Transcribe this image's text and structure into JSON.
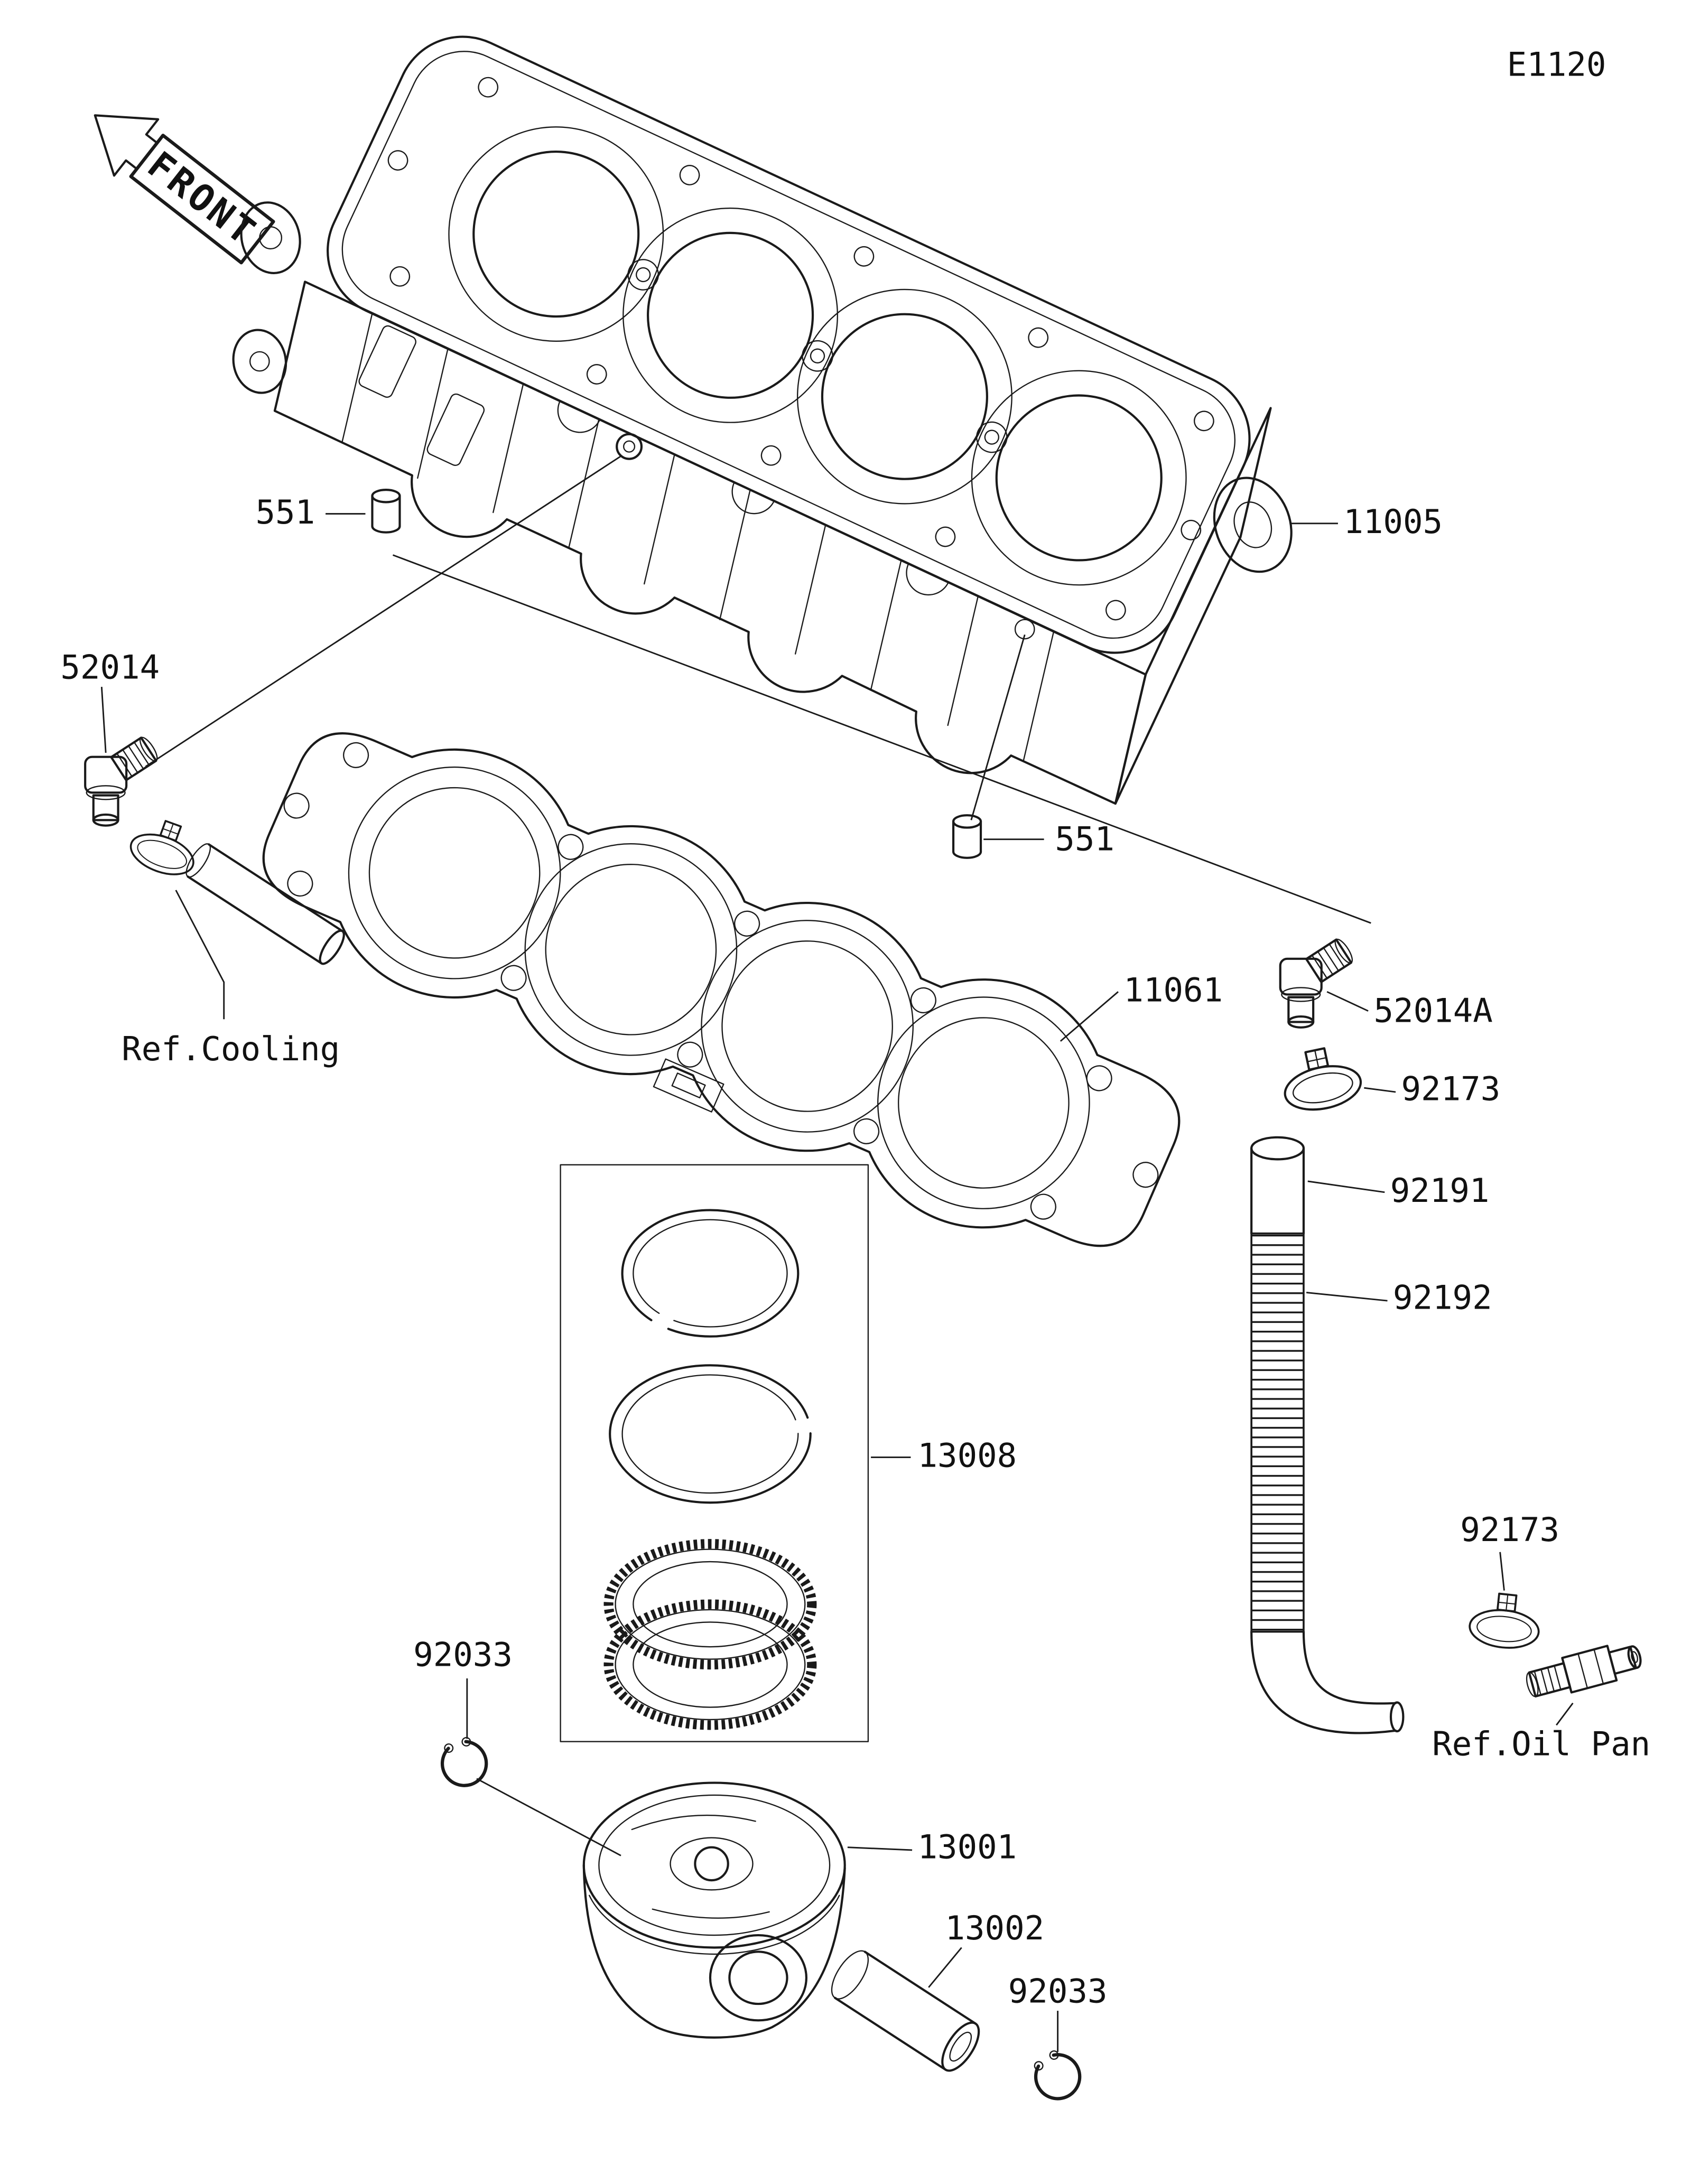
{
  "page": {
    "code": "E1120",
    "front_label": "FRONT",
    "ref_cooling": "Ref.Cooling",
    "ref_oil_pan": "Ref.Oil Pan"
  },
  "parts": {
    "cylinder": "11005",
    "gasket": "11061",
    "dowel_top": "551",
    "dowel_mid": "551",
    "fitting_left": "52014",
    "fitting_right": "52014A",
    "clamp_upper": "92173",
    "clamp_lower": "92173",
    "hose": "92191",
    "hose_spiral": "92192",
    "ring_set": "13008",
    "circlip_left": "92033",
    "circlip_right": "92033",
    "piston": "13001",
    "piston_pin": "13002"
  }
}
